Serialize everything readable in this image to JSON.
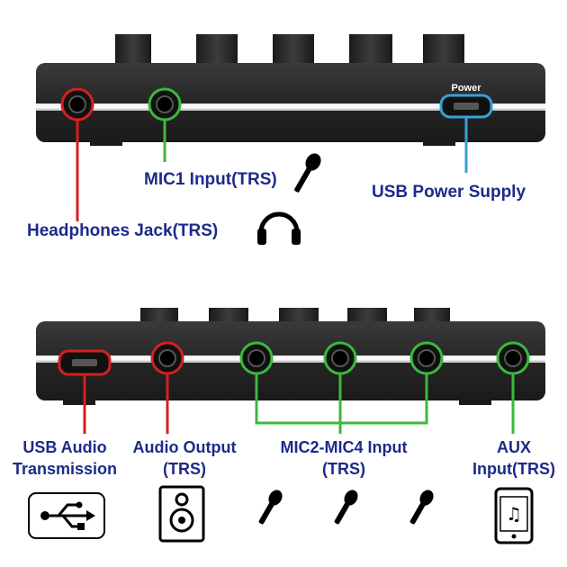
{
  "colors": {
    "label_text": "#1d2a8a",
    "line_red": "#d42020",
    "line_green": "#3cb83c",
    "line_blue": "#3aa0d8",
    "device_body": "#2a2a2a"
  },
  "top_panel": {
    "power_label": "Power",
    "labels": {
      "mic1": "MIC1 Input(TRS)",
      "usb_power": "USB Power Supply",
      "headphones": "Headphones Jack(TRS)"
    },
    "icons": [
      "microphone-icon",
      "headphones-icon"
    ]
  },
  "bottom_panel": {
    "labels": {
      "usb_audio_line1": "USB Audio",
      "usb_audio_line2": "Transmission",
      "audio_out_line1": "Audio Output",
      "audio_out_line2": "(TRS)",
      "mic24_line1": "MIC2-MIC4 Input",
      "mic24_line2": "(TRS)",
      "aux_line1": "AUX",
      "aux_line2": "Input(TRS)"
    },
    "icons": [
      "usb-icon",
      "speaker-icon",
      "microphone-icon",
      "microphone-icon",
      "microphone-icon",
      "tablet-music-icon"
    ]
  }
}
